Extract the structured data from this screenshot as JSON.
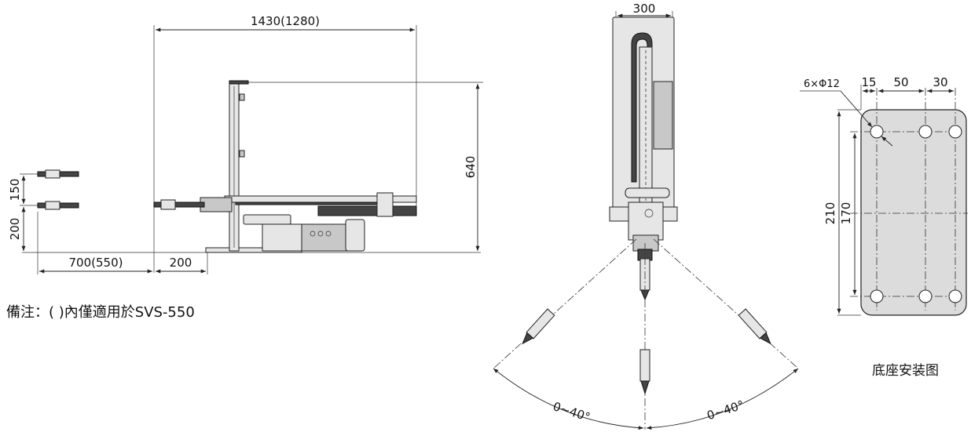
{
  "side_view": {
    "dim_width": "1430(1280)",
    "dim_height": "640",
    "dim_stroke_up": "150",
    "dim_base_height": "200",
    "dim_reach": "700(550)",
    "dim_offset": "200"
  },
  "front_view": {
    "dim_width": "300",
    "swing_left": "0~40°",
    "swing_right": "0~40°"
  },
  "base_plate": {
    "holes_label": "6×Φ12",
    "dim_15": "15",
    "dim_50": "50",
    "dim_30": "30",
    "dim_210": "210",
    "dim_170": "170",
    "caption": "底座安装图"
  },
  "note": "備注：( )內僅適用於SVS-550"
}
